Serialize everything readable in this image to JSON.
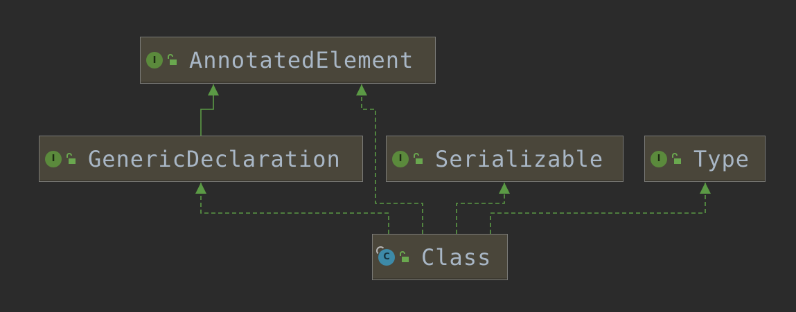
{
  "colors": {
    "background": "#2b2b2b",
    "node_fill": "#4a463a",
    "node_border": "#7b7b78",
    "edge": "#5b9a45",
    "interface_badge": "#5b8a3c",
    "class_badge": "#3d8aa8",
    "label": "#a9b7c6"
  },
  "nodes": {
    "annotated_element": {
      "label": "AnnotatedElement",
      "kind_letter": "I",
      "kind": "interface",
      "icon": "unlock-icon"
    },
    "generic_declaration": {
      "label": "GenericDeclaration",
      "kind_letter": "I",
      "kind": "interface",
      "icon": "unlock-icon"
    },
    "serializable": {
      "label": "Serializable",
      "kind_letter": "I",
      "kind": "interface",
      "icon": "unlock-icon"
    },
    "type": {
      "label": "Type",
      "kind_letter": "I",
      "kind": "interface",
      "icon": "unlock-icon"
    },
    "class": {
      "label": "Class",
      "kind_letter": "C",
      "kind": "class",
      "icon": "unlock-icon"
    }
  },
  "edges": [
    {
      "from": "generic_declaration",
      "to": "annotated_element",
      "style": "solid",
      "relation": "extends"
    },
    {
      "from": "class",
      "to": "annotated_element",
      "style": "dashed",
      "relation": "implements"
    },
    {
      "from": "class",
      "to": "generic_declaration",
      "style": "dashed",
      "relation": "implements"
    },
    {
      "from": "class",
      "to": "serializable",
      "style": "dashed",
      "relation": "implements"
    },
    {
      "from": "class",
      "to": "type",
      "style": "dashed",
      "relation": "implements"
    }
  ]
}
